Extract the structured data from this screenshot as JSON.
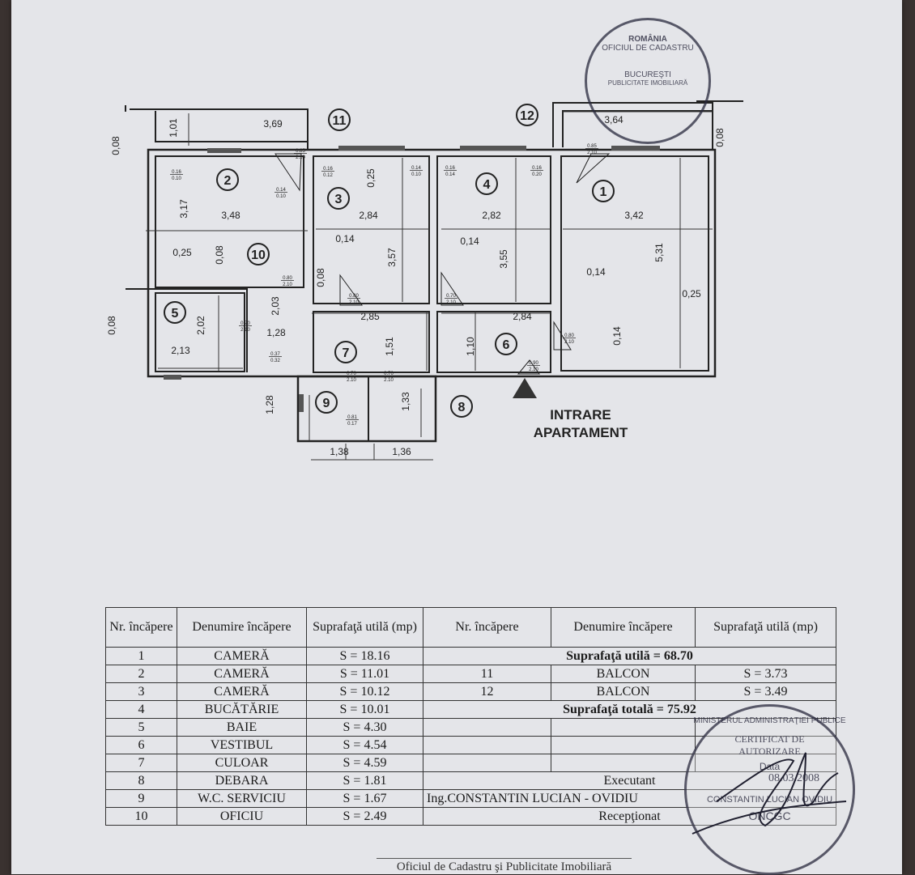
{
  "plan": {
    "rooms": [
      "11",
      "12",
      "2",
      "3",
      "4",
      "1",
      "10",
      "5",
      "7",
      "6",
      "9",
      "8"
    ],
    "dims": [
      "1,01",
      "3,69",
      "0,08",
      "0,08",
      "3,17",
      "3,48",
      "0,25",
      "0,08",
      "2,84",
      "0,25",
      "0,14",
      "3,57",
      "0,08",
      "2,82",
      "0,14",
      "3,55",
      "3,42",
      "0,14",
      "5,31",
      "0,25",
      "0,14",
      "0,08",
      "2,02",
      "2,13",
      "2,03",
      "1,28",
      "2,85",
      "1,51",
      "2,84",
      "1,10",
      "1,28",
      "1,33",
      "1,38",
      "1,36",
      "3,64"
    ],
    "doors": [
      [
        "0.85",
        "2.10"
      ],
      [
        "0.16",
        "0.10"
      ],
      [
        "0.14",
        "0.10"
      ],
      [
        "0.16",
        "0.12"
      ],
      [
        "0.14",
        "0.10"
      ],
      [
        "0.16",
        "0.14"
      ],
      [
        "0.16",
        "0.20"
      ],
      [
        "0.85",
        "2.10"
      ],
      [
        "0.80",
        "2.10"
      ],
      [
        "0.80",
        "2.10"
      ],
      [
        "0.70",
        "2.10"
      ],
      [
        "0.70",
        "2.10"
      ],
      [
        "0.37",
        "0.32"
      ],
      [
        "0.80",
        "2.10"
      ],
      [
        "0.90",
        "2.10"
      ],
      [
        "0.70",
        "2.10"
      ],
      [
        "0.70",
        "2.10"
      ],
      [
        "0.81",
        "0.17"
      ]
    ],
    "entry_line1": "INTRARE",
    "entry_line2": "APARTAMENT"
  },
  "table": {
    "headers": [
      "Nr. încăpere",
      "Denumire încăpere",
      "Suprafaţă utilă (mp)",
      "Nr. încăpere",
      "Denumire încăpere",
      "Suprafaţă utilă (mp)"
    ],
    "rows": [
      {
        "nr": "1",
        "name": "CAMERĂ",
        "area": "S = 18.16"
      },
      {
        "nr": "2",
        "name": "CAMERĂ",
        "area": "S = 11.01"
      },
      {
        "nr": "3",
        "name": "CAMERĂ",
        "area": "S = 10.12"
      },
      {
        "nr": "4",
        "name": "BUCĂTĂRIE",
        "area": "S = 10.01"
      },
      {
        "nr": "5",
        "name": "BAIE",
        "area": "S = 4.30"
      },
      {
        "nr": "6",
        "name": "VESTIBUL",
        "area": "S = 4.54"
      },
      {
        "nr": "7",
        "name": "CULOAR",
        "area": "S = 4.59"
      },
      {
        "nr": "8",
        "name": "DEBARA",
        "area": "S = 1.81"
      },
      {
        "nr": "9",
        "name": "W.C. SERVICIU",
        "area": "S = 1.67"
      },
      {
        "nr": "10",
        "name": "OFICIU",
        "area": "S = 2.49"
      }
    ],
    "useful_total": "Suprafaţă utilă = 68.70",
    "balconies": [
      {
        "nr": "11",
        "name": "BALCON",
        "area": "S = 3.73"
      },
      {
        "nr": "12",
        "name": "BALCON",
        "area": "S = 3.49"
      }
    ],
    "grand_total": "Suprafaţă totală = 75.92",
    "executant_label": "Executant",
    "executant_name": "Ing.CONSTANTIN LUCIAN - OVIDIU",
    "receptionat_label": "Recepţionat"
  },
  "stamps": {
    "top": [
      "ROMÂNIA",
      "OFICIUL DE CADASTRU",
      "BUCUREŞTI",
      "PUBLICITATE IMOBILIARĂ"
    ],
    "bottom": [
      "MINISTERUL ADMINISTRAŢIEI PUBLICE",
      "CERTIFICAT DE AUTORIZARE",
      "Data",
      "08.03.2008",
      "CONSTANTIN LUCIAN OVIDIU",
      "ONCGC"
    ]
  },
  "footer": "Oficiul de Cadastru şi Publicitate Imobiliară"
}
